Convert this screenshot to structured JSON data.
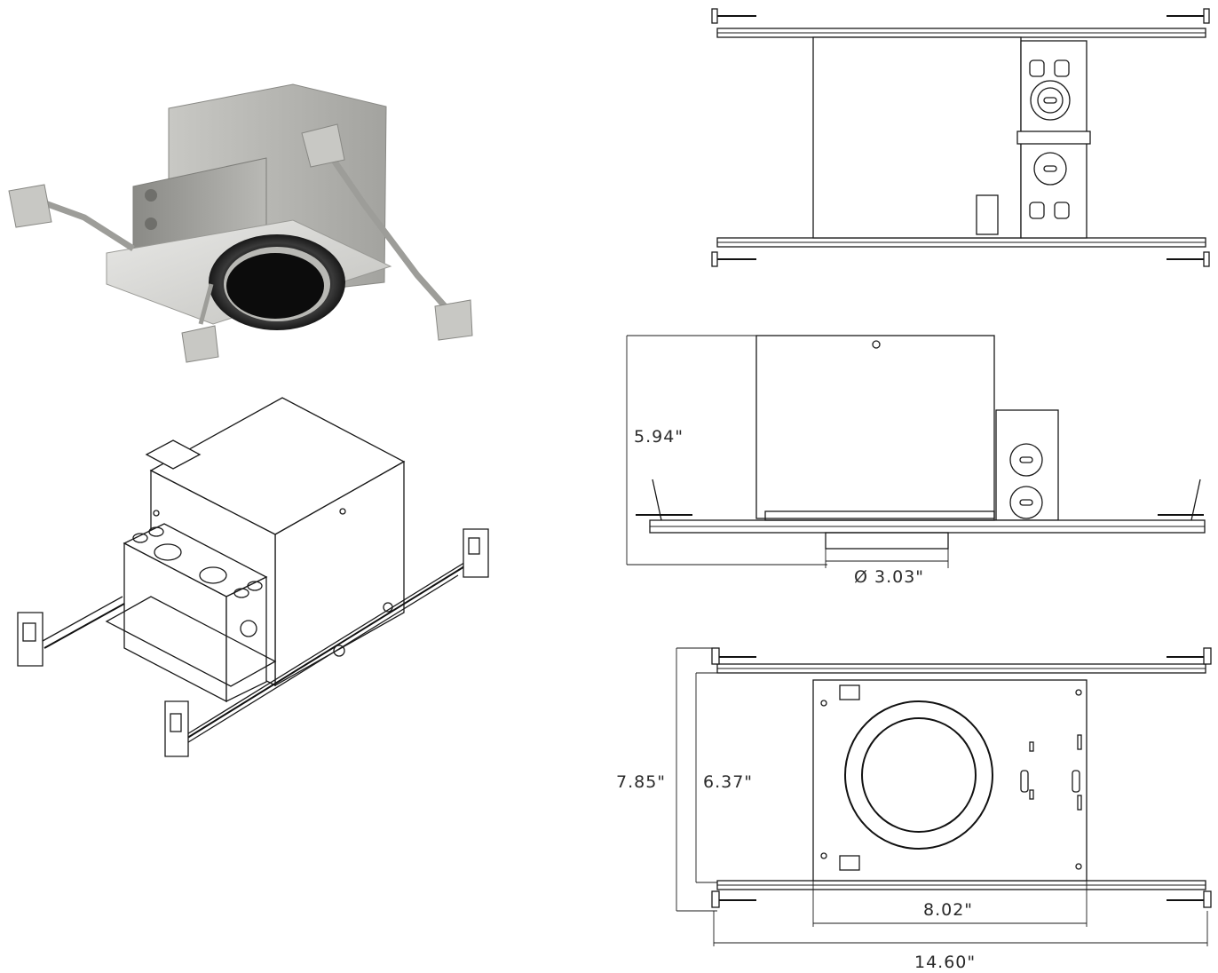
{
  "dimensions": {
    "height": "5.94\"",
    "aperture": "Ø 3.03\"",
    "overall_depth": "7.85\"",
    "housing_depth": "6.37\"",
    "housing_width": "8.02\"",
    "overall_width": "14.60\""
  },
  "colors": {
    "line": "#1a1a1a",
    "steel_light": "#d9d9d6",
    "steel_mid": "#b4b4b0",
    "steel_dark": "#8c8c88",
    "trim_black": "#1b1b1b"
  },
  "views": [
    "product-photo",
    "isometric-line-drawing",
    "top-view",
    "side-view",
    "bottom-view"
  ]
}
